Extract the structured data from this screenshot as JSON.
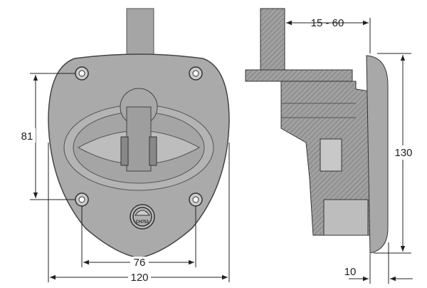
{
  "drawing": {
    "lock_label": "CH751",
    "dimensions": {
      "hole_vertical": "81",
      "hole_horizontal": "76",
      "overall_width": "120",
      "overall_height": "130",
      "door_thickness": "15 - 60",
      "plate_depth": "10"
    }
  },
  "colors": {
    "body": "#a9a9a9",
    "section": "#9a9a9a",
    "line": "#222222"
  }
}
